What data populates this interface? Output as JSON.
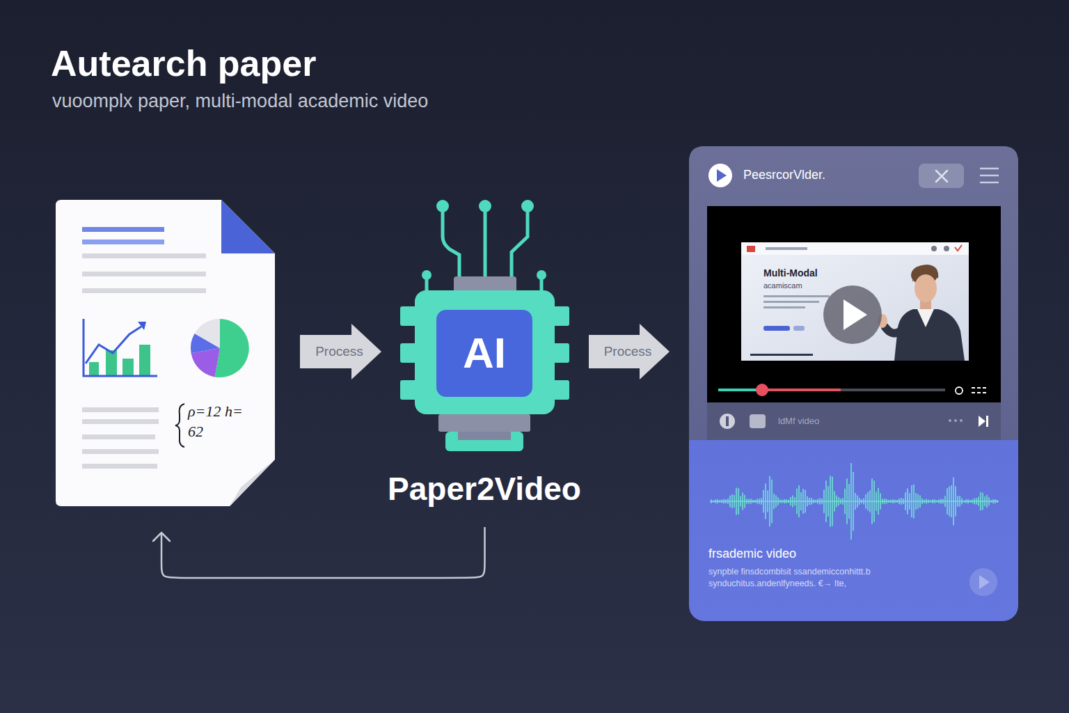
{
  "diagram": {
    "title": "Autearch paper",
    "nodes": [
      {
        "text": [
          "ρ=12 h= 62"
        ]
      },
      {
        "text": [
          "AI",
          "Paper2Video"
        ]
      },
      {
        "text": [
          "PeesrcorVlder.",
          "ldMf video",
          "frsademic video",
          "synpble finsdcomblsit ssandemicconhittt.b synduchitus.andenlfyneeds. €→ Ite,"
        ]
      },
      {
        "text": [
          "Multi-Modal",
          "acamiscam"
        ],
        "in": 2
      }
    ],
    "edges": [
      {
        "from": 0,
        "to": 1,
        "arrow": "to",
        "label": "Process"
      },
      {
        "from": 1,
        "to": 2,
        "arrow": "to",
        "label": "Process"
      },
      {
        "from": 1,
        "to": 0,
        "arrow": "to"
      }
    ],
    "labels": [
      "vuoomplx paper, multi-modal academic video"
    ]
  }
}
